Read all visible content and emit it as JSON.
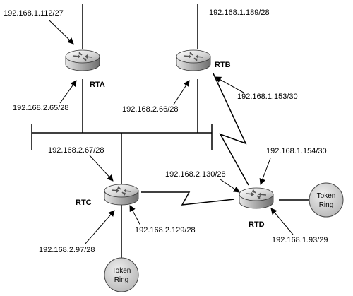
{
  "routers": {
    "rta": {
      "name": "RTA"
    },
    "rtb": {
      "name": "RTB"
    },
    "rtc": {
      "name": "RTC"
    },
    "rtd": {
      "name": "RTD"
    }
  },
  "labels": {
    "rta_top": "192.168.1.112/27",
    "rta_bottom": "192.168.2.65/28",
    "rtb_top": "192.168.1.189/28",
    "rtb_bottom": "192.168.2.66/28",
    "rtb_serial": "192.168.1.153/30",
    "rtc_top": "192.168.2.67/28",
    "rtc_serial": "192.168.2.129/28",
    "rtc_bottom": "192.168.2.97/28",
    "rtd_top": "192.168.1.154/30",
    "rtd_serial": "192.168.2.130/28",
    "rtd_bottom": "192.168.1.93/29"
  },
  "token_rings": {
    "right": {
      "line1": "Token",
      "line2": "Ring"
    },
    "bottom": {
      "line1": "Token",
      "line2": "Ring"
    }
  }
}
